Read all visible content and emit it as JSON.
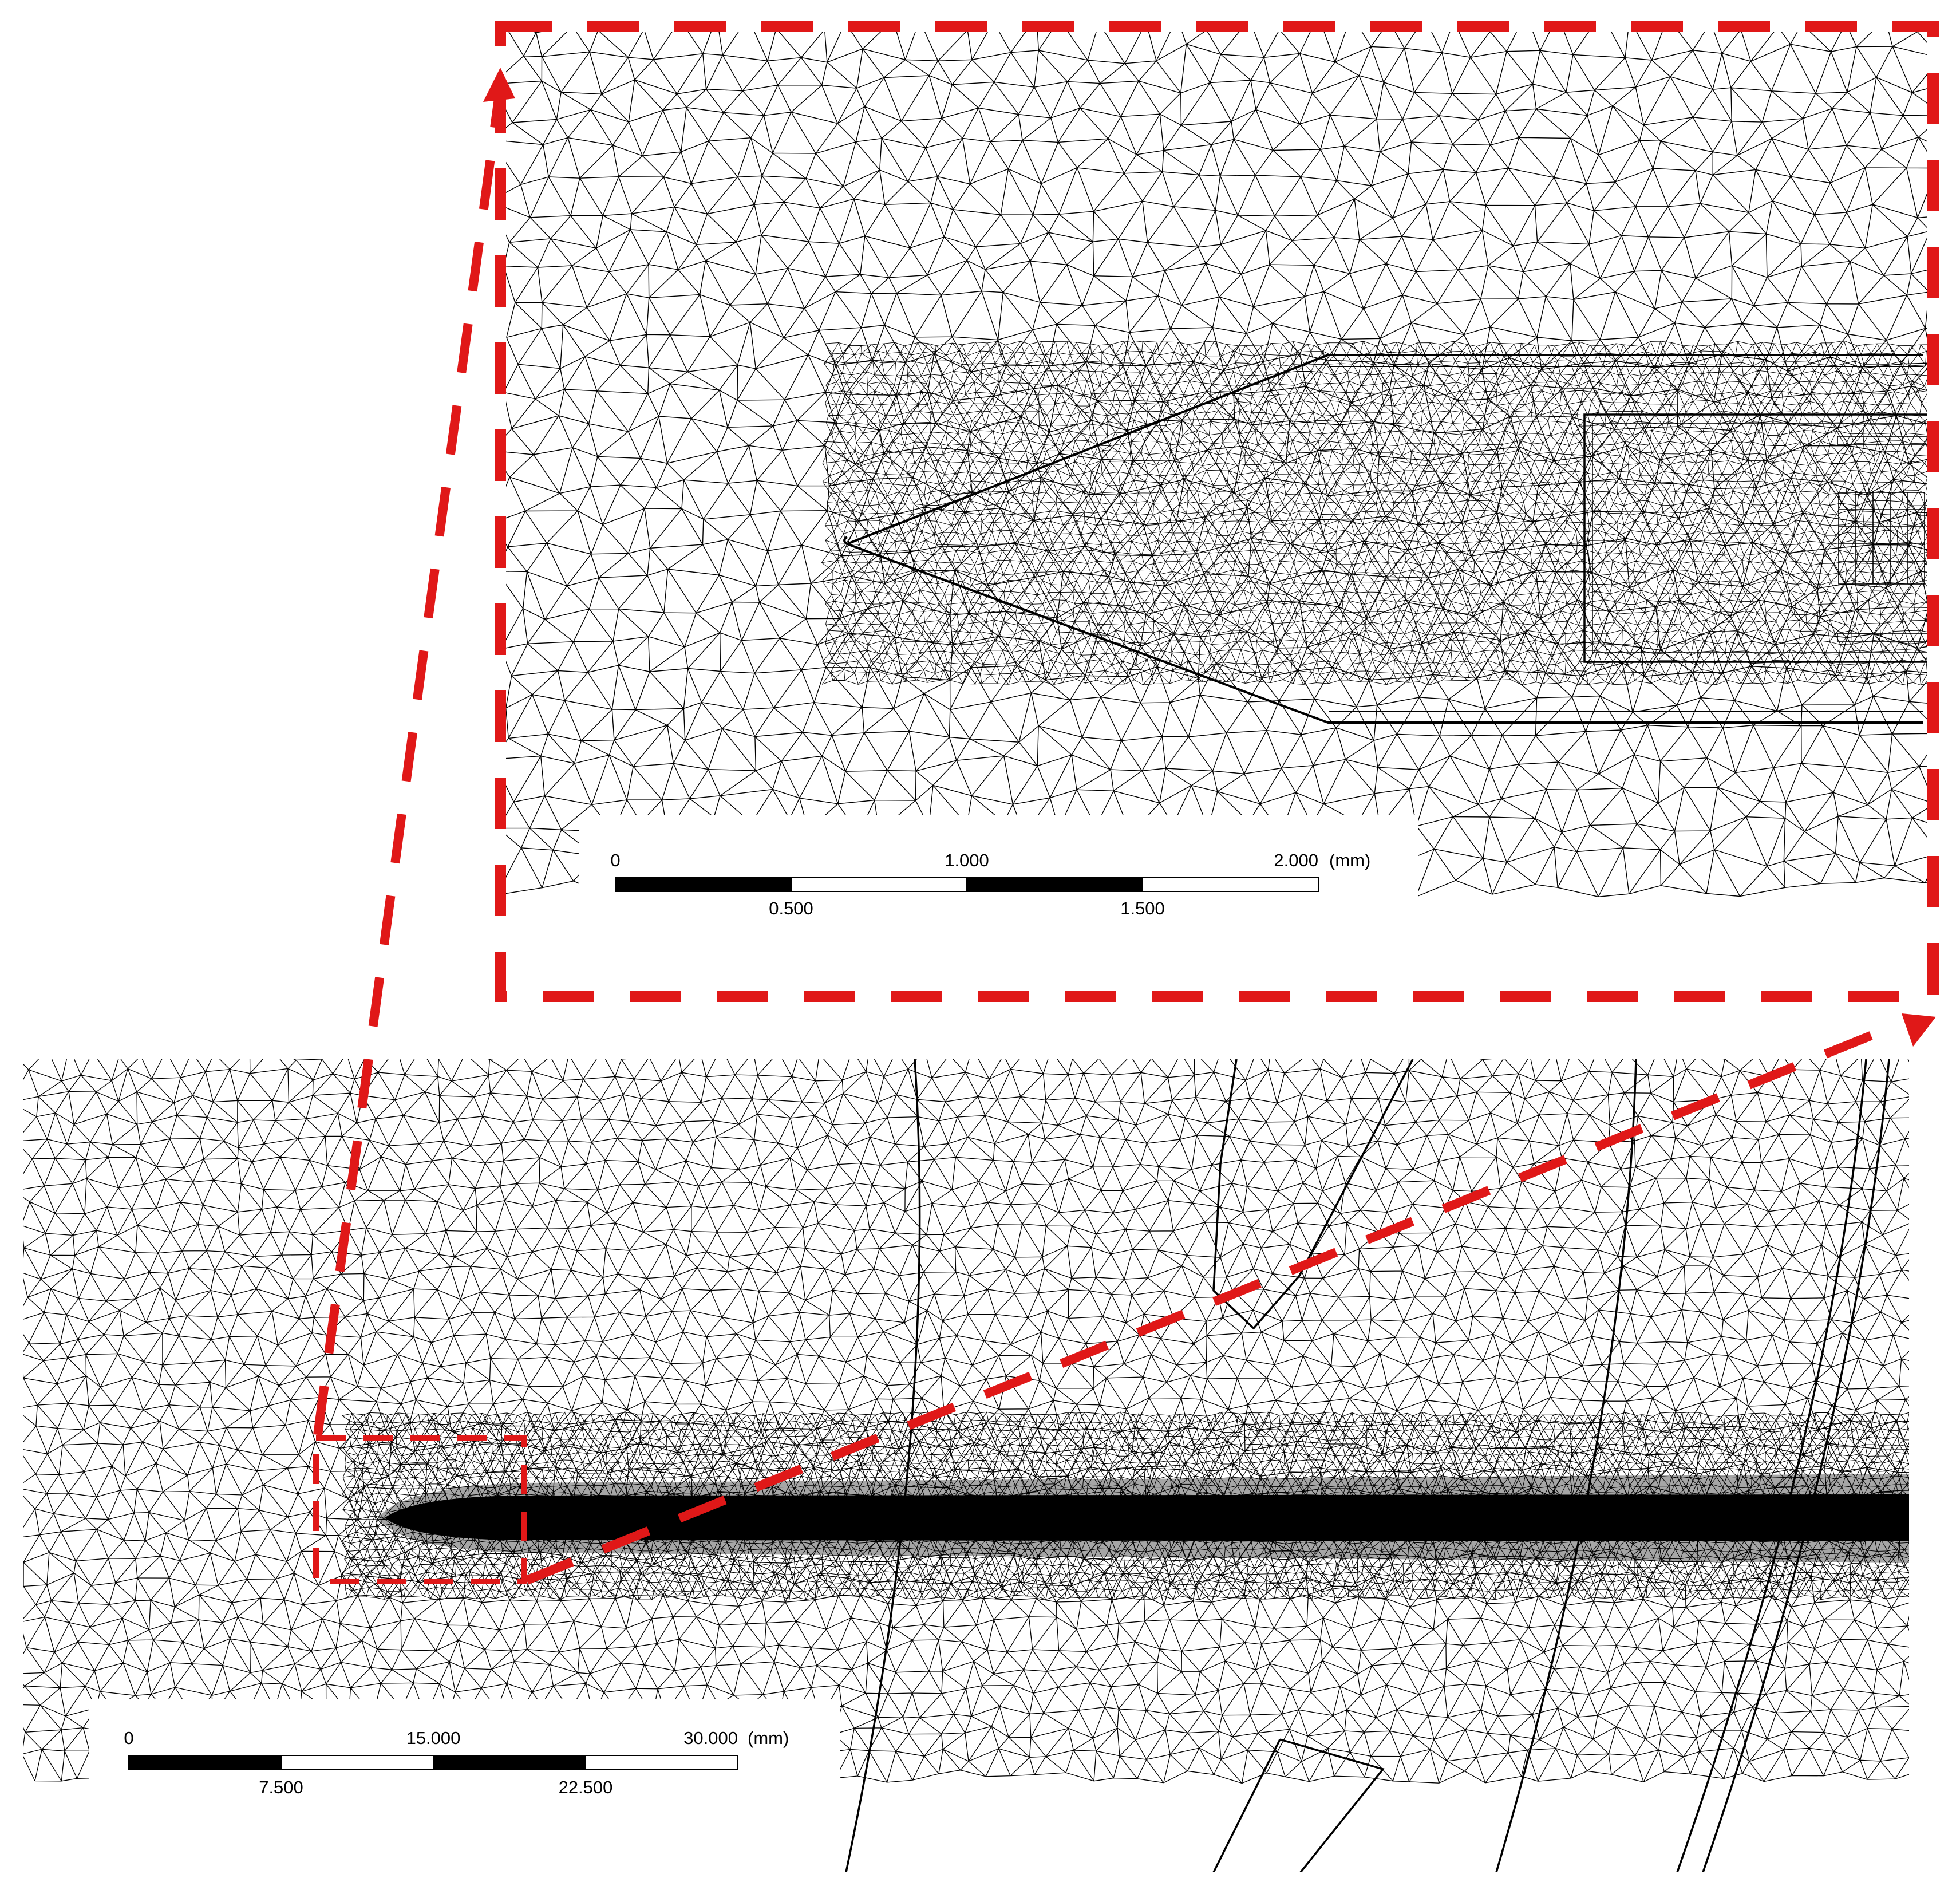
{
  "colors": {
    "callout": "#e01818",
    "mesh": "#000000",
    "background": "#ffffff",
    "scalebar_dark": "#000000",
    "scalebar_light": "#ffffff"
  },
  "detail_view": {
    "scalebar": {
      "top_labels": [
        "0",
        "1.000",
        "2.000"
      ],
      "bottom_labels": [
        "0.500",
        "1.500"
      ],
      "unit": "(mm)"
    }
  },
  "overview": {
    "scalebar": {
      "top_labels": [
        "0",
        "15.000",
        "30.000"
      ],
      "bottom_labels": [
        "7.500",
        "22.500"
      ],
      "unit": "(mm)"
    }
  }
}
